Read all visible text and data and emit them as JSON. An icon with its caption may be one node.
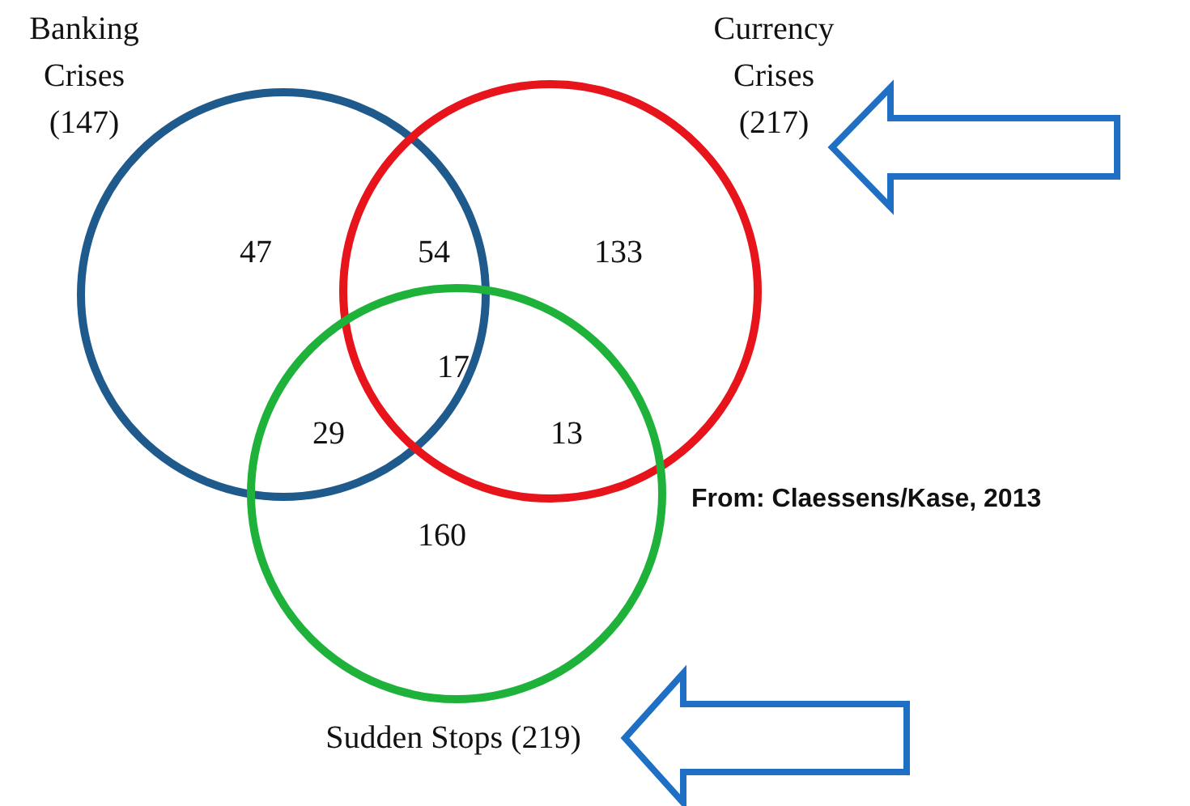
{
  "diagram": {
    "nodes": [
      {
        "text": [
          "Banking Crises (147)"
        ]
      },
      {
        "text": [
          "Currency Crises (217)"
        ]
      },
      {
        "text": [
          "Sudden Stops (219)"
        ]
      }
    ],
    "edges": [
      {
        "from": null,
        "to": 1,
        "arrow": "to",
        "color": "#1f6fc4"
      },
      {
        "from": null,
        "to": 2,
        "arrow": "to",
        "color": "#1f6fc4"
      }
    ],
    "labels": [
      "47",
      "54",
      "133",
      "17",
      "29",
      "13",
      "160",
      "From: Claessens/Kase, 2013"
    ]
  }
}
